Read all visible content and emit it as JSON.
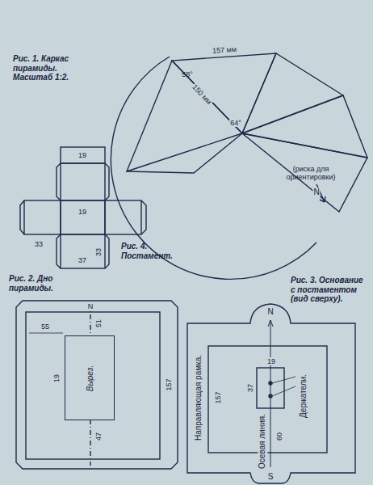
{
  "diagram": {
    "nodes": [
      {
        "text": [
          "Вырез."
        ]
      }
    ],
    "labels": [
      "Рис. 1. Каркас пирамиды. Масштаб 1:2.",
      "58°",
      "157 мм",
      "150 мм",
      "64°",
      "(риска для ориентировки)",
      "N",
      "19",
      "19",
      "33",
      "37",
      "33",
      "Рис. 4. Постамент.",
      "Рис. 2. Дно пирамиды.",
      "55",
      "N",
      "51",
      "19",
      "47",
      "157",
      "Рис. 3. Основание с постаментом (вид сверху).",
      "N",
      "S",
      "Направляющая рамка.",
      "157",
      "19",
      "37",
      "60",
      "Осевая линия.",
      "Держатели."
    ]
  }
}
